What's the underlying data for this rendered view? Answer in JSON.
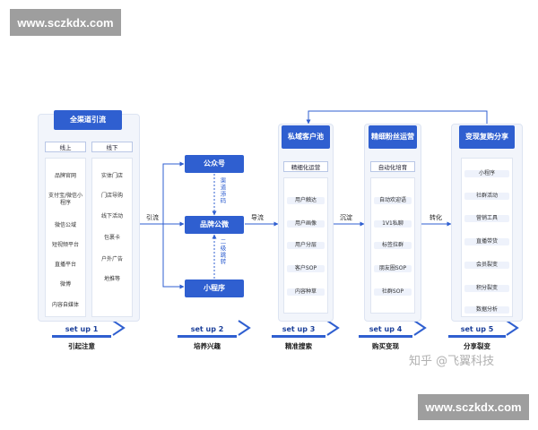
{
  "watermarks": {
    "top": "www.sczkdx.com",
    "bottom": "www.sczkdx.com"
  },
  "zhihu_mark": "知乎 @飞翼科技",
  "columns": [
    {
      "title": "全渠道引流",
      "subheads": [
        "线上",
        "线下"
      ],
      "left_items": [
        "品牌官网",
        "支付宝/微信小程序",
        "微信公域",
        "短视频平台",
        "直播平台",
        "微博",
        "内容自媒体"
      ],
      "right_items": [
        "实体门店",
        "门店导购",
        "线下活动",
        "包裹卡",
        "户外广告",
        "地推等"
      ],
      "step": "set up 1",
      "caption": "引起注意"
    },
    {
      "top": "公众号",
      "middle": "品牌公微",
      "bottom": "小程序",
      "vlabel_top": "渠道添码",
      "vlabel_bottom": "二级跳转",
      "step": "set up 2",
      "caption": "培养兴趣"
    },
    {
      "title": "私域客户池",
      "sub": "精细化运营",
      "items": [
        "用户触达",
        "用户画像",
        "用户分层",
        "客户SOP",
        "内容种草"
      ],
      "step": "set up 3",
      "caption": "精准搜索"
    },
    {
      "title": "精细粉丝运营",
      "sub": "自动化培育",
      "items": [
        "自动欢迎语",
        "1V1私聊",
        "标签拉群",
        "朋友圈SOP",
        "社群SOP"
      ],
      "step": "set up 4",
      "caption": "购买变现"
    },
    {
      "title": "变现复购分享",
      "items": [
        "小程序",
        "社群活动",
        "营销工具",
        "直播带货",
        "会员裂变",
        "积分裂变",
        "数据分析"
      ],
      "step": "set up 5",
      "caption": "分享裂变"
    }
  ],
  "flow_labels": {
    "a": "引流",
    "b": "导流",
    "c": "沉淀",
    "d": "转化"
  }
}
